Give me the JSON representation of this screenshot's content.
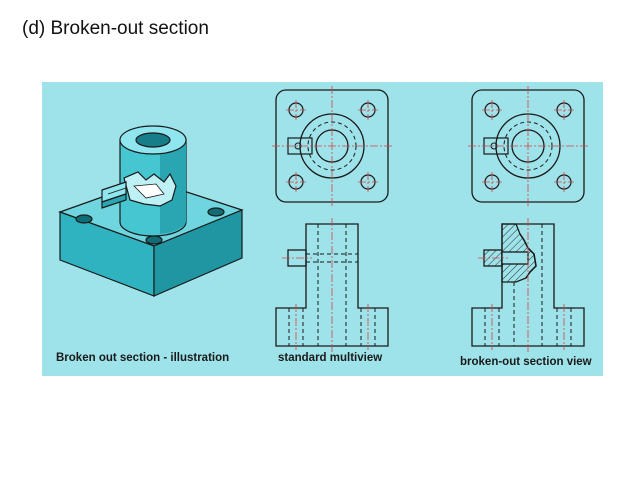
{
  "slide": {
    "title": "(d) Broken-out section"
  },
  "figure": {
    "captions": {
      "illustration": "Broken out section - illustration",
      "standard": "standard multiview",
      "broken": "broken-out section view"
    },
    "colors": {
      "panel": "#9ee3ea",
      "part_face_light": "#7fe0e9",
      "part_face_mid": "#3fc3cf",
      "part_face_dark": "#1f8f9a",
      "outline": "#1a1a1a",
      "hidden_line": "#1a1a1a",
      "center_line": "#d94040"
    }
  }
}
